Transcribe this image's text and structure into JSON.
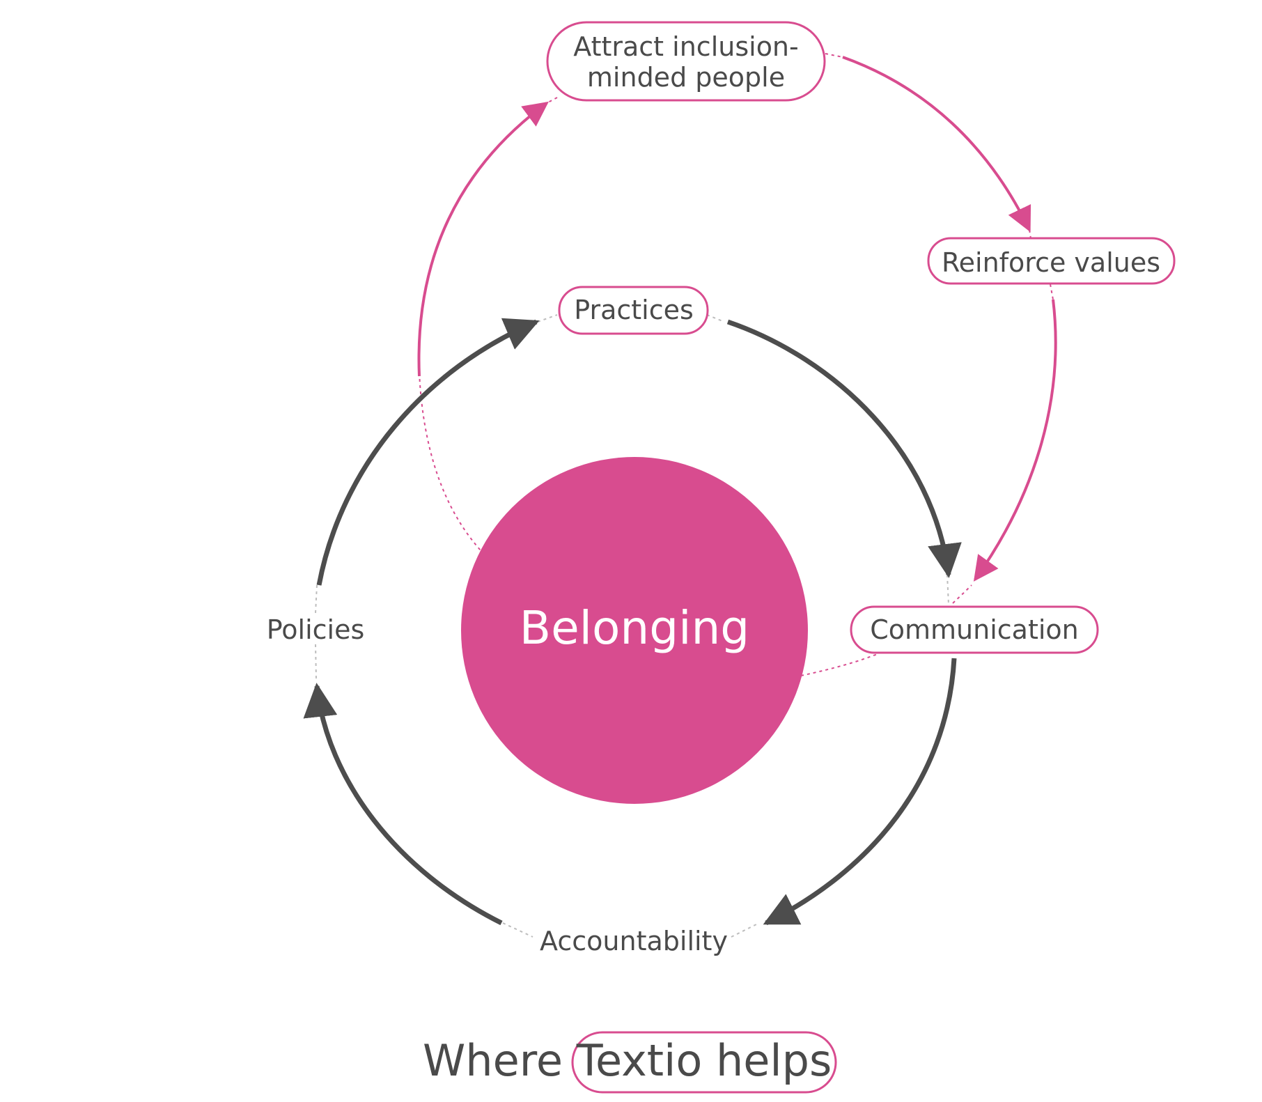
{
  "colors": {
    "accent": "#d84c8f",
    "dark": "#4d4d4d",
    "text": "#4a4a4a",
    "dotted": "#bdbdbd"
  },
  "center": {
    "label": "Belonging"
  },
  "inner_cycle": {
    "practices": "Practices",
    "communication": "Communication",
    "accountability": "Accountability",
    "policies": "Policies"
  },
  "outer_cycle": {
    "attract_line1": "Attract inclusion-",
    "attract_line2": "minded people",
    "reinforce": "Reinforce values"
  },
  "footer": {
    "prefix": "Where",
    "highlight": "Textio helps"
  }
}
